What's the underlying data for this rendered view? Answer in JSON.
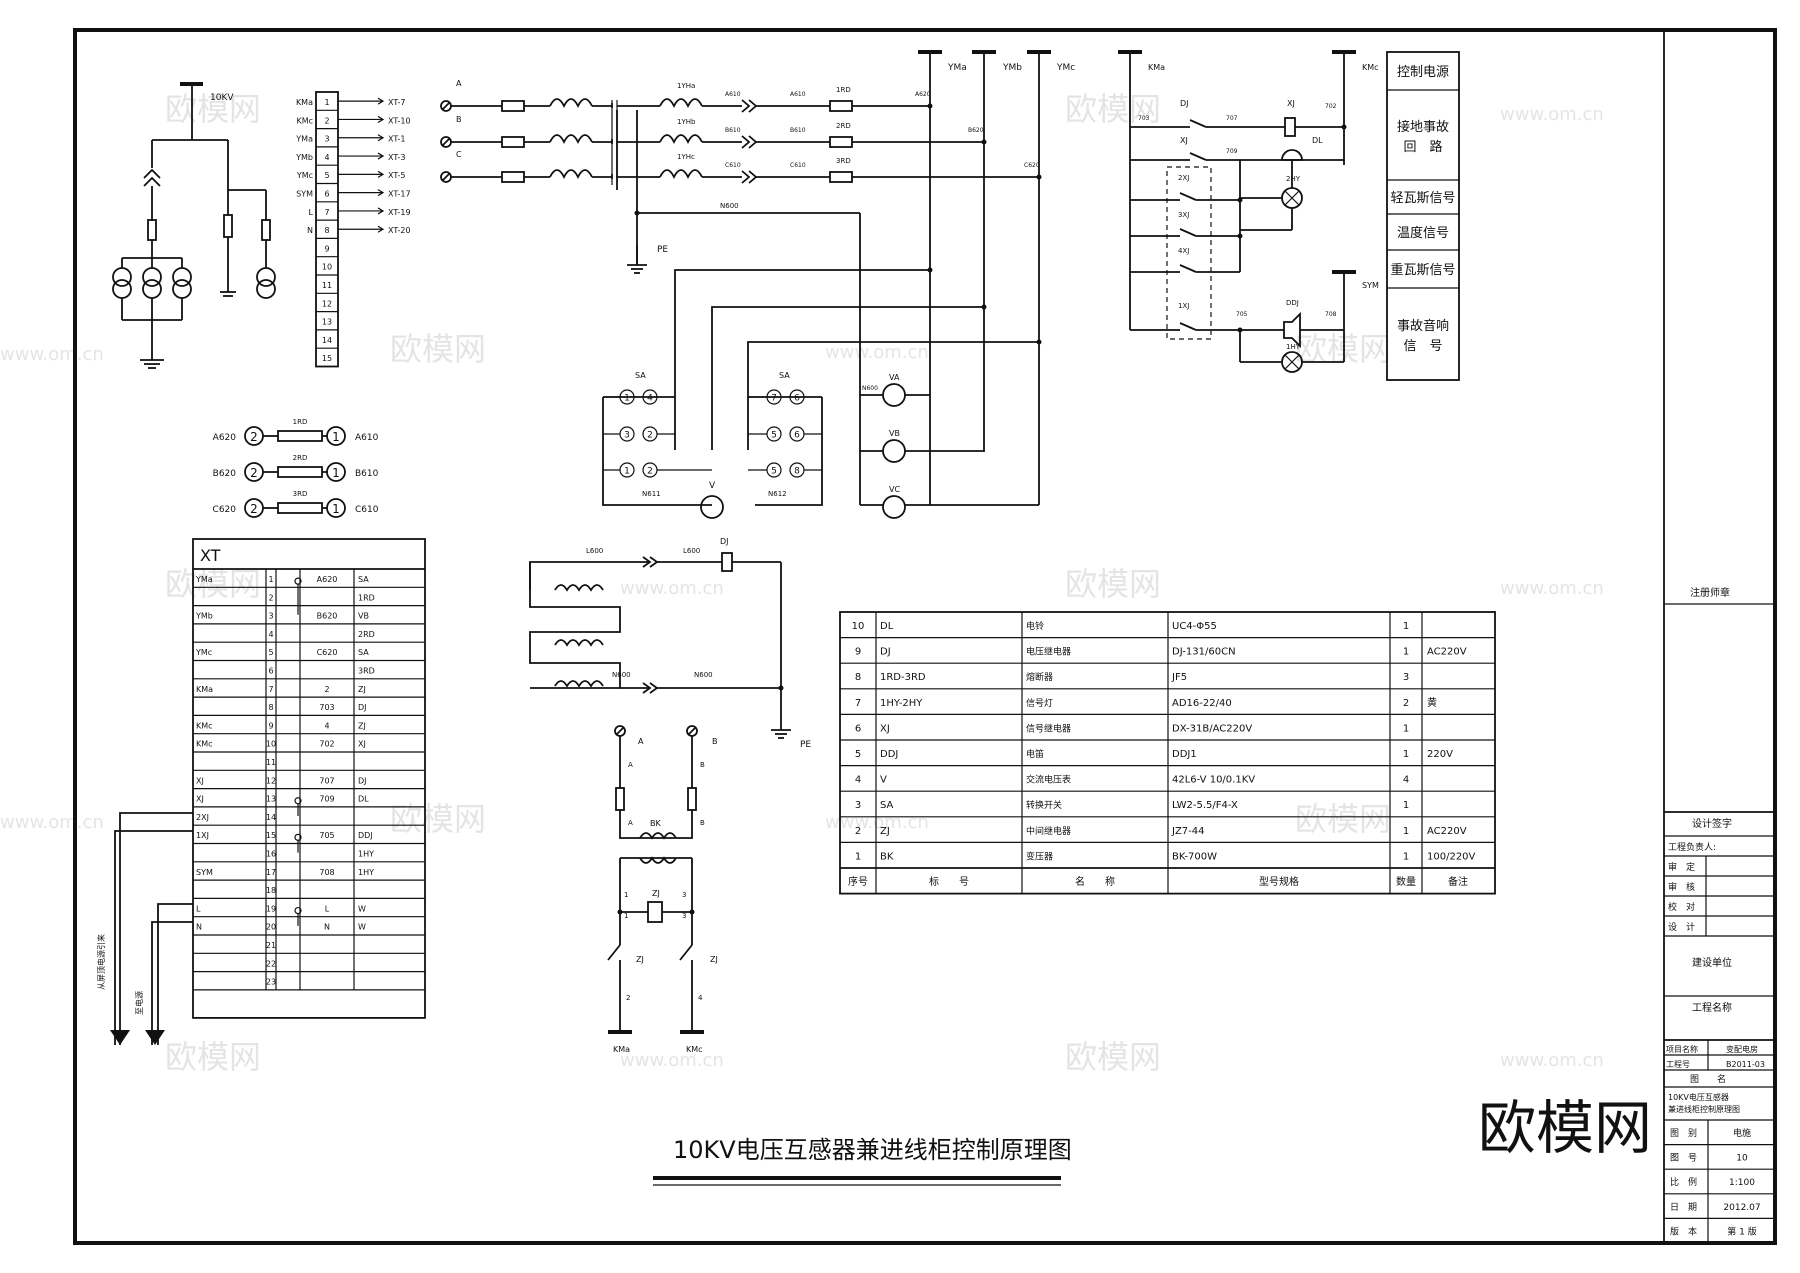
{
  "title": "10KV电压互感器兼进线柜控制原理图",
  "watermark": {
    "main": "欧模网",
    "small": "www.om.cn"
  },
  "busbars": [
    "YMa",
    "YMb",
    "YMc",
    "KMa",
    "KMc",
    "SYM"
  ],
  "left_circuit": {
    "voltage": "10KV"
  },
  "terminal_strip": {
    "rows": [
      {
        "left": "KMa",
        "num": "1",
        "right": "XT-7"
      },
      {
        "left": "KMc",
        "num": "2",
        "right": "XT-10"
      },
      {
        "left": "YMa",
        "num": "3",
        "right": "XT-1"
      },
      {
        "left": "YMb",
        "num": "4",
        "right": "XT-3"
      },
      {
        "left": "YMc",
        "num": "5",
        "right": "XT-5"
      },
      {
        "left": "SYM",
        "num": "6",
        "right": "XT-17"
      },
      {
        "left": "L",
        "num": "7",
        "right": "XT-19"
      },
      {
        "left": "N",
        "num": "8",
        "right": "XT-20"
      },
      {
        "left": "",
        "num": "9",
        "right": ""
      },
      {
        "left": "",
        "num": "10",
        "right": ""
      },
      {
        "left": "",
        "num": "11",
        "right": ""
      },
      {
        "left": "",
        "num": "12",
        "right": ""
      },
      {
        "left": "",
        "num": "13",
        "right": ""
      },
      {
        "left": "",
        "num": "14",
        "right": ""
      },
      {
        "left": "",
        "num": "15",
        "right": ""
      }
    ]
  },
  "fuses": [
    {
      "left": "A620",
      "name": "1RD",
      "right": "A610",
      "ln": "2",
      "rn": "1"
    },
    {
      "left": "B620",
      "name": "2RD",
      "right": "B610",
      "ln": "2",
      "rn": "1"
    },
    {
      "left": "C620",
      "name": "3RD",
      "right": "C610",
      "ln": "2",
      "rn": "1"
    }
  ],
  "xt_table": {
    "header": "XT",
    "rows": [
      [
        "YMa",
        "1",
        "A620",
        "SA"
      ],
      [
        "",
        "2",
        "",
        "1RD"
      ],
      [
        "YMb",
        "3",
        "B620",
        "VB"
      ],
      [
        "",
        "4",
        "",
        "2RD"
      ],
      [
        "YMc",
        "5",
        "C620",
        "SA"
      ],
      [
        "",
        "6",
        "",
        "3RD"
      ],
      [
        "KMa",
        "7",
        "2",
        "ZJ"
      ],
      [
        "",
        "8",
        "703",
        "DJ"
      ],
      [
        "KMc",
        "9",
        "4",
        "ZJ"
      ],
      [
        "KMc",
        "10",
        "702",
        "XJ"
      ],
      [
        "",
        "11",
        "",
        ""
      ],
      [
        "XJ",
        "12",
        "707",
        "DJ"
      ],
      [
        "XJ",
        "13",
        "709",
        "DL"
      ],
      [
        "2XJ",
        "14",
        "",
        ""
      ],
      [
        "1XJ",
        "15",
        "705",
        "DDJ"
      ],
      [
        "",
        "16",
        "",
        "1HY"
      ],
      [
        "SYM",
        "17",
        "708",
        "1HY"
      ],
      [
        "",
        "18",
        "",
        ""
      ],
      [
        "L",
        "19",
        "L",
        "W"
      ],
      [
        "N",
        "20",
        "N",
        "W"
      ],
      [
        "",
        "21",
        "",
        ""
      ],
      [
        "",
        "22",
        "",
        ""
      ],
      [
        "",
        "23",
        "",
        ""
      ]
    ],
    "side_labels": [
      "从屏顶电源引来",
      "至电源"
    ]
  },
  "vt_circuit": {
    "phases": [
      "A",
      "B",
      "C"
    ],
    "vt_labels": [
      "1YHa",
      "1YHb",
      "1YHc"
    ],
    "wires_in": [
      "A610",
      "B610",
      "C610"
    ],
    "wires_mid": [
      "A610",
      "B610",
      "C610"
    ],
    "fuses": [
      "1RD",
      "2RD",
      "3RD"
    ],
    "wires_out": [
      "A620",
      "B620",
      "C620"
    ],
    "neutral": "N600",
    "pe": "PE"
  },
  "meters": {
    "sa": "SA",
    "sa_left_pins": [
      [
        "1",
        "4"
      ],
      [
        "3",
        "2"
      ],
      [
        "1",
        "2"
      ]
    ],
    "sa_right_pins": [
      [
        "7",
        "6"
      ],
      [
        "5",
        "6"
      ],
      [
        "5",
        "8"
      ]
    ],
    "v": "V",
    "n611": "N611",
    "n612": "N612",
    "n600": "N600",
    "va": "VA",
    "vb": "VB",
    "vc": "VC"
  },
  "dj_circuit": {
    "l600a": "L600",
    "l600b": "L600",
    "dj": "DJ",
    "n600a": "N600",
    "n600b": "N600",
    "pe": "PE"
  },
  "bk_circuit": {
    "a": "A",
    "b": "B",
    "bk": "BK",
    "zj": "ZJ",
    "pins": [
      "1",
      "3",
      "1",
      "3",
      "2",
      "4"
    ],
    "kma": "KMa",
    "kmc": "KMc"
  },
  "signal_circuit": {
    "kma": "KMa",
    "kmc": "KMc",
    "sym": "SYM",
    "dj": "DJ",
    "xj": "XJ",
    "dl": "DL",
    "hy2": "2HY",
    "ddj": "DDJ",
    "hy1": "1HY",
    "xj2": "2XJ",
    "xj3": "3XJ",
    "xj4": "4XJ",
    "xj1": "1XJ",
    "nodes": [
      "703",
      "707",
      "702",
      "709",
      "705",
      "708"
    ],
    "functions": [
      "控制电源",
      "接地事故回　路",
      "轻瓦斯信号",
      "温度信号",
      "重瓦斯信号",
      "事故音响信　号"
    ]
  },
  "equipment_table": {
    "columns": [
      "序号",
      "标　　号",
      "名　　称",
      "型号规格",
      "数量",
      "备注"
    ],
    "rows": [
      [
        "10",
        "DL",
        "电铃",
        "UC4-Φ55",
        "1",
        ""
      ],
      [
        "9",
        "DJ",
        "电压继电器",
        "DJ-131/60CN",
        "1",
        "AC220V"
      ],
      [
        "8",
        "1RD-3RD",
        "熔断器",
        "JF5",
        "3",
        ""
      ],
      [
        "7",
        "1HY-2HY",
        "信号灯",
        "AD16-22/40",
        "2",
        "黄"
      ],
      [
        "6",
        "XJ",
        "信号继电器",
        "DX-31B/AC220V",
        "1",
        ""
      ],
      [
        "5",
        "DDJ",
        "电笛",
        "DDJ1",
        "1",
        "220V"
      ],
      [
        "4",
        "V",
        "交流电压表",
        "42L6-V 10/0.1KV",
        "4",
        ""
      ],
      [
        "3",
        "SA",
        "转换开关",
        "LW2-5.5/F4-X",
        "1",
        ""
      ],
      [
        "2",
        "ZJ",
        "中间继电器",
        "JZ7-44",
        "1",
        "AC220V"
      ],
      [
        "1",
        "BK",
        "变压器",
        "BK-700W",
        "1",
        "100/220V"
      ]
    ]
  },
  "title_block": {
    "stamp": "注册师章",
    "sign": "设计签字",
    "people": [
      "工程负责人:",
      "审　定",
      "审　核",
      "校　对",
      "设　计"
    ],
    "unit": "建设单位",
    "project": "工程名称",
    "rows": [
      [
        "项目名称",
        "变配电房"
      ],
      [
        "工程号",
        "B2011-03"
      ]
    ],
    "drawing_label": "图　　名",
    "drawing_name": "10KV电压互感器兼进线柜控制原理图",
    "rows2": [
      [
        "图　别",
        "电施"
      ],
      [
        "图　号",
        "10"
      ],
      [
        "比　例",
        "1:100"
      ],
      [
        "日　期",
        "2012.07"
      ],
      [
        "版　本",
        "第 1 版"
      ]
    ]
  }
}
